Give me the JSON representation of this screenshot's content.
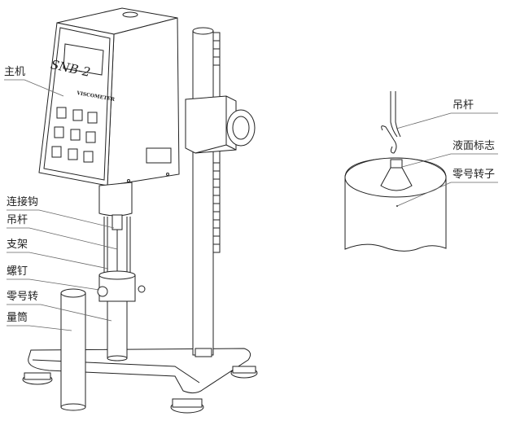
{
  "device": {
    "model": "SNB-2",
    "brand_text": "VISCOMETER"
  },
  "left_labels": [
    {
      "text": "主机"
    },
    {
      "text": "连接钩"
    },
    {
      "text": "吊杆"
    },
    {
      "text": "支架"
    },
    {
      "text": "螺钉"
    },
    {
      "text": "零号转"
    },
    {
      "text": "量筒"
    }
  ],
  "right_labels": [
    {
      "text": "吊杆"
    },
    {
      "text": "液面标志"
    },
    {
      "text": "零号转子"
    }
  ],
  "colors": {
    "line": "#222222",
    "background": "#ffffff"
  }
}
